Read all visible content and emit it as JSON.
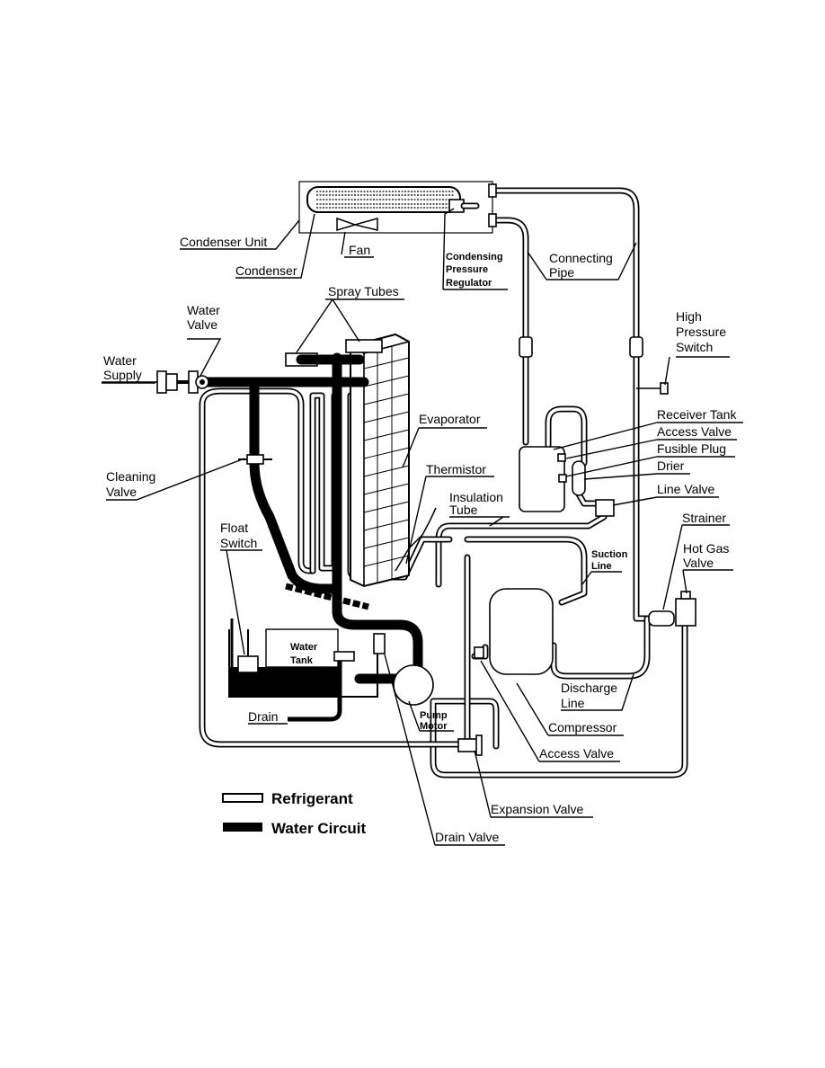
{
  "labels": {
    "condenser_unit": "Condenser Unit",
    "fan": "Fan",
    "condenser": "Condenser",
    "condensing_pressure_regulator": [
      "Condensing",
      "Pressure",
      "Regulator"
    ],
    "connecting_pipe": [
      "Connecting",
      "Pipe"
    ],
    "spray_tubes": "Spray Tubes",
    "water_valve": [
      "Water",
      "Valve"
    ],
    "water_supply": [
      "Water",
      "Supply"
    ],
    "high_pressure_switch": [
      "High",
      "Pressure",
      "Switch"
    ],
    "receiver_tank": "Receiver Tank",
    "access_valve_upper": "Access Valve",
    "fusible_plug": "Fusible Plug",
    "drier": "Drier",
    "line_valve": "Line Valve",
    "evaporator": "Evaporator",
    "cleaning_valve": [
      "Cleaning",
      "Valve"
    ],
    "thermistor": "Thermistor",
    "insulation_tube": [
      "Insulation",
      "Tube"
    ],
    "strainer": "Strainer",
    "hot_gas_valve": [
      "Hot Gas",
      "Valve"
    ],
    "suction_line": [
      "Suction",
      "Line"
    ],
    "float_switch": [
      "Float",
      "Switch"
    ],
    "water_tank": [
      "Water",
      "Tank"
    ],
    "discharge_line": [
      "Discharge",
      "Line"
    ],
    "drain": "Drain",
    "pump_motor": [
      "Pump",
      "Motor"
    ],
    "compressor": "Compressor",
    "access_valve_lower": "Access Valve",
    "expansion_valve": "Expansion Valve",
    "drain_valve": "Drain Valve"
  },
  "legend": {
    "refrigerant": "Refrigerant",
    "water_circuit": "Water Circuit"
  }
}
